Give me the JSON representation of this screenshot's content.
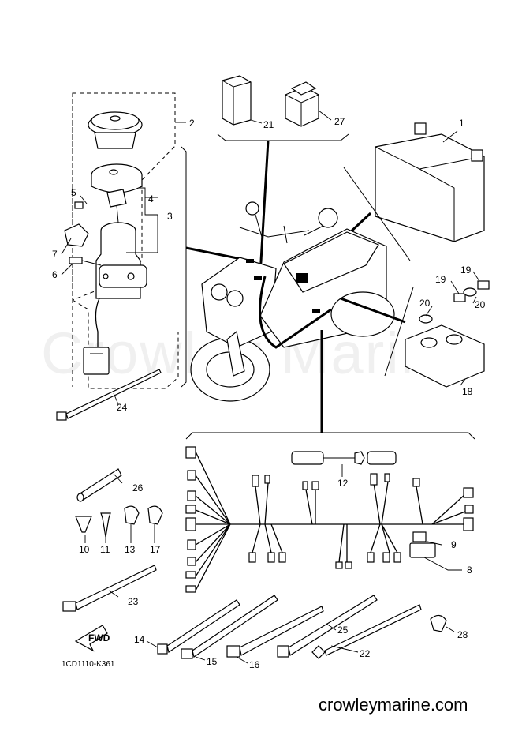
{
  "diagram": {
    "part_labels": {
      "p1": "1",
      "p2": "2",
      "p3": "3",
      "p4": "4",
      "p5": "5",
      "p6": "6",
      "p7": "7",
      "p8": "8",
      "p9": "9",
      "p10": "10",
      "p11": "11",
      "p12": "12",
      "p13": "13",
      "p14": "14",
      "p15": "15",
      "p16": "16",
      "p17": "17",
      "p18": "18",
      "p19a": "19",
      "p19b": "19",
      "p20a": "20",
      "p20b": "20",
      "p21": "21",
      "p22": "22",
      "p23": "23",
      "p24": "24",
      "p25": "25",
      "p26": "26",
      "p27": "27",
      "p28": "28"
    },
    "fwd_label": "FWD",
    "reference_code": "1CD1110-K361",
    "watermark": "Crowley Marine",
    "site_text": "crowleymarine.com"
  }
}
